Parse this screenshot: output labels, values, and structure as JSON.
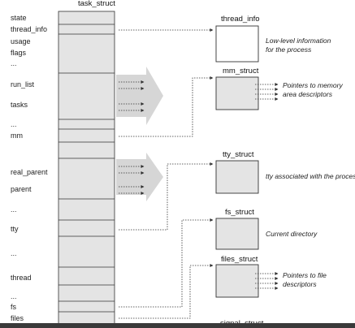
{
  "task_struct": {
    "title": "task_struct",
    "fields": {
      "state": "state",
      "thread_info": "thread_info",
      "usage": "usage",
      "flags": "flags",
      "run_list": "run_list",
      "tasks": "tasks",
      "mm": "mm",
      "real_parent": "real_parent",
      "parent": "parent",
      "tty": "tty",
      "thread": "thread",
      "fs": "fs",
      "files": "files"
    },
    "ellipsis": "..."
  },
  "structs": {
    "thread_info": {
      "title": "thread_info",
      "note_line1": "Low-level information",
      "note_line2": "for the process"
    },
    "mm_struct": {
      "title": "mm_struct",
      "note_line1": "Pointers to memory",
      "note_line2": "area descriptors"
    },
    "tty_struct": {
      "title": "tty_struct",
      "note_line1": "tty associated with the process"
    },
    "fs_struct": {
      "title": "fs_struct",
      "note_line1": "Current directory"
    },
    "files_struct": {
      "title": "files_struct",
      "note_line1": "Pointers to file",
      "note_line2": "descriptors"
    },
    "signal_struct": {
      "title": "signal_struct"
    }
  },
  "colors": {
    "box_fill": "#e4e4e4",
    "stroke": "#333333",
    "arrow_fill": "#d6d6d6"
  }
}
